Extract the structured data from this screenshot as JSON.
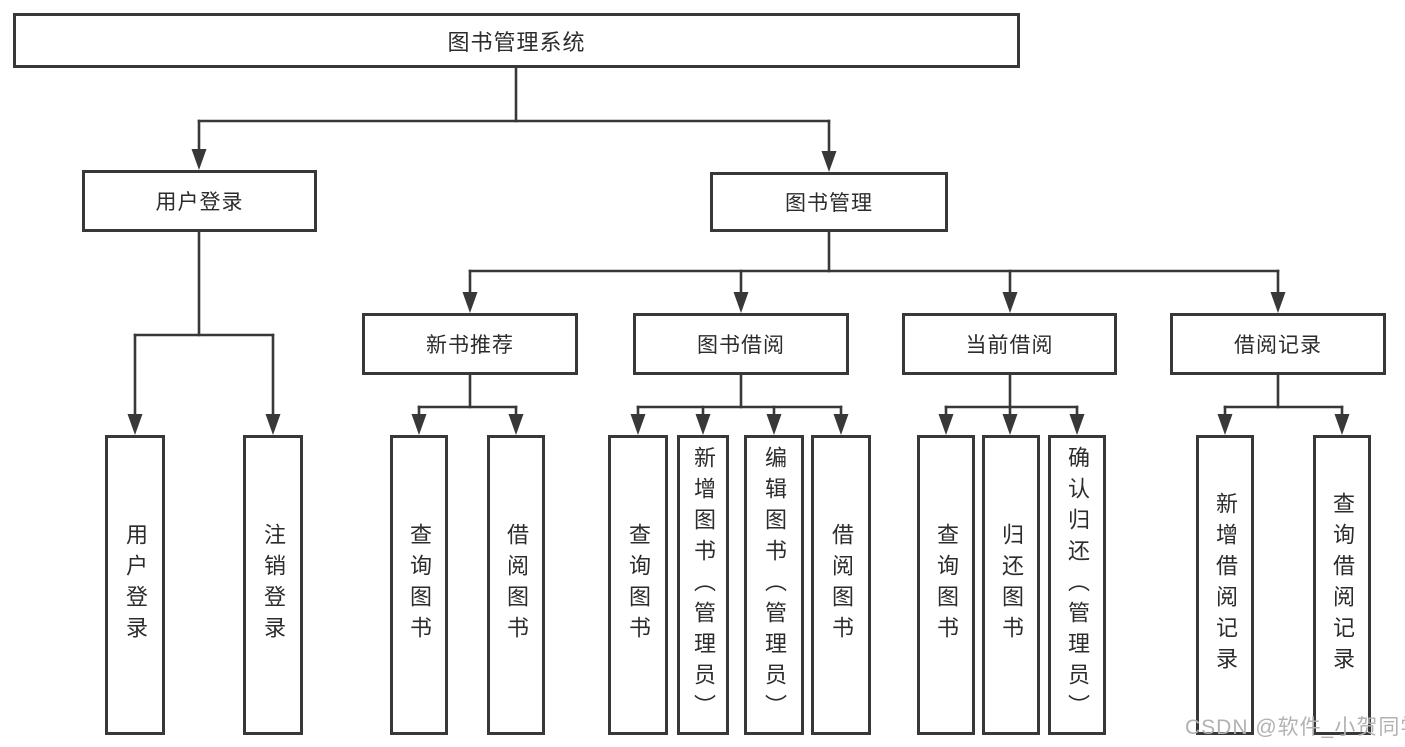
{
  "diagram": {
    "root": "图书管理系统",
    "level2": [
      "用户登录",
      "图书管理"
    ],
    "level3": [
      "新书推荐",
      "图书借阅",
      "当前借阅",
      "借阅记录"
    ],
    "leaf_groups": [
      {
        "parent": "用户登录",
        "items": [
          "用户登录",
          "注销登录"
        ]
      },
      {
        "parent": "新书推荐",
        "items": [
          "查询图书",
          "借阅图书"
        ]
      },
      {
        "parent": "图书借阅",
        "items": [
          "查询图书",
          "新增图书（管理员）",
          "编辑图书（管理员）",
          "借阅图书"
        ]
      },
      {
        "parent": "当前借阅",
        "items": [
          "查询图书",
          "归还图书",
          "确认归还（管理员）"
        ]
      },
      {
        "parent": "借阅记录",
        "items": [
          "新增借阅记录",
          "查询借阅记录"
        ]
      }
    ]
  },
  "watermark": "CSDN @软件_小贺同学",
  "colors": {
    "line": "#383838",
    "box_border": "#383838",
    "text": "#2c2c2c",
    "background": "#ffffff",
    "watermark": "#b2b2b2"
  }
}
